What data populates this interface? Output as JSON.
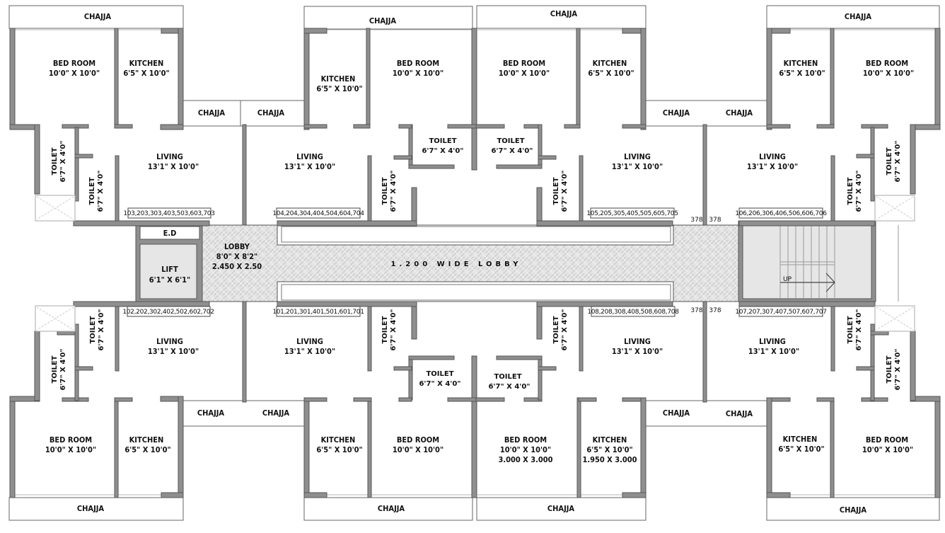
{
  "plan": {
    "type": "typical floor plan",
    "lobby_label": "1.200 WIDE LOBBY",
    "lobby": {
      "name": "LOBBY",
      "size_ft": "8'0\" X 8'2\"",
      "size_m": "2.450 X 2.50"
    },
    "lift": {
      "name": "LIFT",
      "size": "6'1\" X 6'1\""
    },
    "ed": "E.D",
    "stair_label": "UP",
    "chajja": "CHAJJA",
    "dimension_378": "378",
    "room_names": {
      "bed": "BED ROOM",
      "kitchen": "KITCHEN",
      "living": "LIVING",
      "toilet": "TOILET"
    },
    "room_sizes": {
      "bed": "10'0\" X 10'0\"",
      "kitchen": "6'5\" X 10'0\"",
      "living": "13'1\" X 10'0\"",
      "toilet": "6'7\" X 4'0\""
    },
    "metric": {
      "bed": "3.000 X 3.000",
      "kitchen": "1.950 X 3.000"
    },
    "unit_numbers": {
      "u3": "103,203,303,403,503,603,703",
      "u4": "104,204,304,404,504,604,704",
      "u5": "105,205,305,405,505,605,705",
      "u6": "106,206,306,406,506,606,706",
      "u2": "102,202,302,402,502,602,702",
      "u1": "101,201,301,401,501,601,701",
      "u8": "108,208,308,408,508,608,708",
      "u7": "107,207,307,407,507,607,707"
    }
  },
  "colors": {
    "wall": "#8f8f8f",
    "lobby": "#e2e2e2",
    "lift": "#e6e6e6"
  }
}
